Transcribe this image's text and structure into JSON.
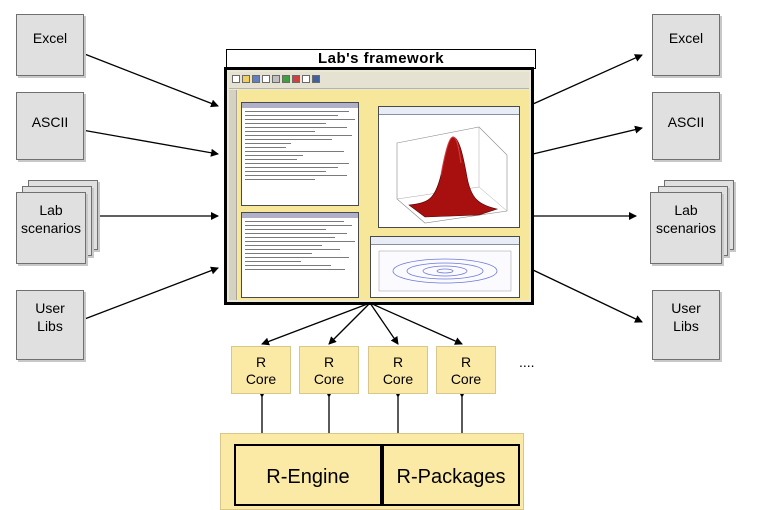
{
  "frame": {
    "title": "Lab's framework"
  },
  "inputs": [
    {
      "label": "Excel"
    },
    {
      "label": "ASCII"
    },
    {
      "label": "Lab scenarios",
      "line1": "Lab",
      "line2": "scenarios"
    },
    {
      "label": "User Libs",
      "line1": "User",
      "line2": "Libs"
    }
  ],
  "outputs": [
    {
      "label": "Excel"
    },
    {
      "label": "ASCII"
    },
    {
      "label": "Lab scenarios",
      "line1": "Lab",
      "line2": "scenarios"
    },
    {
      "label": "User Libs",
      "line1": "User",
      "line2": "Libs"
    }
  ],
  "cores": [
    {
      "line1": "R",
      "line2": "Core"
    },
    {
      "line1": "R",
      "line2": "Core"
    },
    {
      "line1": "R",
      "line2": "Core"
    },
    {
      "line1": "R",
      "line2": "Core"
    }
  ],
  "cores_more": "....",
  "engine": {
    "r_engine": "R-Engine",
    "r_packages": "R-Packages"
  },
  "colors": {
    "core_fill": "#fbe9a6",
    "workspace_fill": "#f7e79a",
    "surface_plot": "#a81010",
    "document_fill": "#e0e0e0"
  }
}
